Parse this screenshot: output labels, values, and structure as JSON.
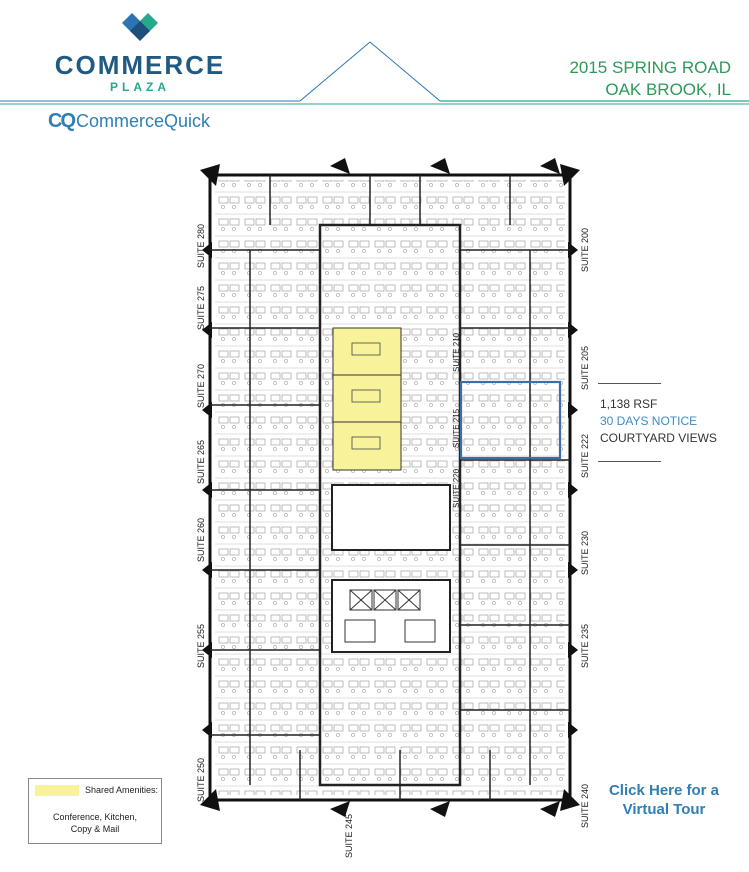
{
  "brand": {
    "name": "COMMERCE",
    "sub": "PLAZA",
    "logo_icon": "diamond-logo-icon",
    "colors": {
      "navy": "#1e5a82",
      "teal": "#27a88c",
      "blue": "#3b8cc8",
      "green": "#2e9a58"
    }
  },
  "address": {
    "line1": "2015 SPRING ROAD",
    "line2": "OAK BROOK, IL"
  },
  "cq": {
    "mark": "CQ",
    "name": "CommerceQuick"
  },
  "suites": {
    "s280a": "SUITE 280",
    "s275": "SUITE 275",
    "s270": "SUITE 270",
    "s265": "SUITE 265",
    "s260": "SUITE 260",
    "s255": "SUITE 255",
    "s250": "SUITE 250",
    "s245": "SUITE 245",
    "s240": "SUITE 240",
    "s235": "SUITE 235",
    "s230": "SUITE 230",
    "s222": "SUITE 222",
    "s205": "SUITE 205",
    "s200": "SUITE 200",
    "s210": "SUITE 210",
    "s215": "SUITE 215",
    "s220": "SUITE 220"
  },
  "info": {
    "size": "1,138 RSF",
    "notice": "30 DAYS NOTICE",
    "views": "COURTYARD VIEWS",
    "highlight_color": "#3d6ea5"
  },
  "legend": {
    "title": "Shared Amenities:",
    "line1": "Conference, Kitchen,",
    "line2": "Copy & Mail",
    "swatch_color": "#f8f39a"
  },
  "tour": {
    "line1": "Click Here for a",
    "line2": "Virtual Tour"
  }
}
